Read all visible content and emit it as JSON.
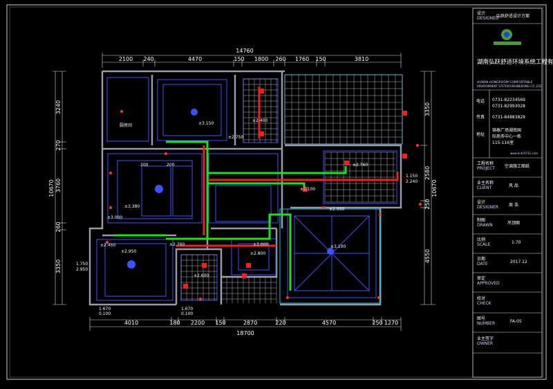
{
  "dims": {
    "top_total": "14760",
    "top": [
      "2100",
      "240",
      "4470",
      "150",
      "1800",
      "260",
      "1760",
      "150",
      "3810"
    ],
    "bottom_total": "18700",
    "bottom": [
      "4010",
      "180",
      "2200",
      "150",
      "2870",
      "220",
      "4570",
      "250",
      "1270"
    ],
    "left_total": "10670",
    "left": [
      "3240",
      "270",
      "3760",
      "260",
      "3350"
    ],
    "right_total": "10670",
    "right": [
      "3350",
      "2580",
      "250",
      "4550"
    ]
  },
  "rooms": {
    "wc": "厨房间",
    "levels": [
      "±3.150",
      "±2.400",
      "±2.750",
      "±3.380",
      "±3.000",
      "±2.760",
      "±3.100",
      "±2.950",
      "±2.600",
      "±2.700",
      "±2.800",
      "±3.000",
      "±2.950",
      "±2.100",
      "±2.450"
    ],
    "side_left": [
      "1.750",
      "2.950"
    ],
    "right_small": [
      "1.150",
      "2.240"
    ],
    "bottom_small": [
      "1.670",
      "0.100",
      "1.670",
      "0.100"
    ],
    "num200a": "200",
    "num200b": "200"
  },
  "title_block": {
    "design_label": "设计",
    "design_sub": "DESIGNED",
    "design_value": "弘跃舒适设计方案",
    "company_cn": "湖南弘跃舒适环境系统工程有限公司",
    "company_en_1": "HUNAN HONGROOM COMFORTABLE",
    "company_en_2": "ENVIRONMENT SYSTEM ENGINEERING CO.,LTD",
    "phone_label": "电话",
    "phone_1": "0731-82234569",
    "phone_2": "0731-82993028",
    "fax_label": "传真",
    "fax": "0731-84883829",
    "addr_label": "地址",
    "addr_1": "锦泰广场湖南国",
    "addr_2": "际商务中心一栋",
    "addr_3": "115-116室",
    "website": "www.hnhr0731.com",
    "project_label": "工程名称",
    "project_sub": "PROJECT",
    "project_value": "空调施工图纸",
    "client_label": "业主名称",
    "client_sub": "CLIENT",
    "client_value": "风 品",
    "designer_label": "设计",
    "designer_sub": "DESIGNER",
    "designer_value": "周 浩",
    "drawn_label": "制图",
    "drawn_sub": "DRAWN",
    "drawn_value": "吊顶图",
    "scale_label": "比例",
    "scale_sub": "SCALE",
    "scale_value": "1:70",
    "date_label": "日期",
    "date_sub": "DATE",
    "date_value": "2017.12",
    "approved_label": "审定",
    "approved_sub": "APPROVED",
    "check_label": "校对",
    "check_sub": "CHECK",
    "number_label": "图号",
    "number_sub": "NUMBER",
    "number_value": "FA-05",
    "owner_label": "业主签字",
    "owner_sub": "OWNER"
  },
  "colors": {
    "pipe_green": "#22dd22",
    "pipe_red": "#ee2020",
    "wall": "#9a9aa8",
    "outline": "#3c52ff",
    "cyan": "#00c8e6",
    "grid": "#b8b8c0"
  },
  "icons": [
    "logo-icon",
    "diffuser-icon",
    "vent-icon"
  ]
}
